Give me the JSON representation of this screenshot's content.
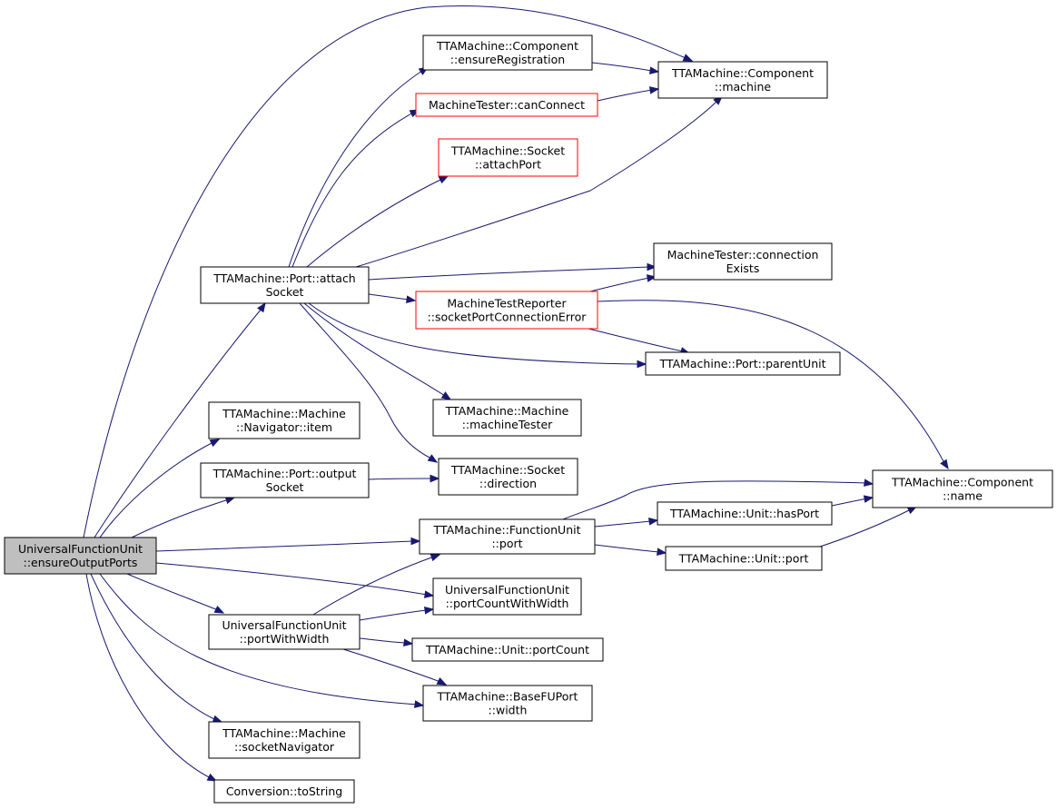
{
  "nodes": [
    {
      "id": "root",
      "lines": [
        "UniversalFunctionUnit",
        "::ensureOutputPorts"
      ],
      "style": "root"
    },
    {
      "id": "attachSocket",
      "lines": [
        "TTAMachine::Port::attach",
        "Socket"
      ],
      "style": "normal"
    },
    {
      "id": "navItem",
      "lines": [
        "TTAMachine::Machine",
        "::Navigator::item"
      ],
      "style": "normal"
    },
    {
      "id": "outputSocket",
      "lines": [
        "TTAMachine::Port::output",
        "Socket"
      ],
      "style": "normal"
    },
    {
      "id": "fuPort",
      "lines": [
        "TTAMachine::FunctionUnit",
        "::port"
      ],
      "style": "normal"
    },
    {
      "id": "portCountWithWidth",
      "lines": [
        "UniversalFunctionUnit",
        "::portCountWithWidth"
      ],
      "style": "normal"
    },
    {
      "id": "portWithWidth",
      "lines": [
        "UniversalFunctionUnit",
        "::portWithWidth"
      ],
      "style": "normal"
    },
    {
      "id": "baseWidth",
      "lines": [
        "TTAMachine::BaseFUPort",
        "::width"
      ],
      "style": "normal"
    },
    {
      "id": "socketNavigator",
      "lines": [
        "TTAMachine::Machine",
        "::socketNavigator"
      ],
      "style": "normal"
    },
    {
      "id": "toString",
      "lines": [
        "Conversion::toString"
      ],
      "style": "normal"
    },
    {
      "id": "ensureReg",
      "lines": [
        "TTAMachine::Component",
        "::ensureRegistration"
      ],
      "style": "normal"
    },
    {
      "id": "canConnect",
      "lines": [
        "MachineTester::canConnect"
      ],
      "style": "red"
    },
    {
      "id": "sockAttachPort",
      "lines": [
        "TTAMachine::Socket",
        "::attachPort"
      ],
      "style": "red"
    },
    {
      "id": "mtrError",
      "lines": [
        "MachineTestReporter",
        "::socketPortConnectionError"
      ],
      "style": "red"
    },
    {
      "id": "machineTester",
      "lines": [
        "TTAMachine::Machine",
        "::machineTester"
      ],
      "style": "normal"
    },
    {
      "id": "direction",
      "lines": [
        "TTAMachine::Socket",
        "::direction"
      ],
      "style": "normal"
    },
    {
      "id": "compMachine",
      "lines": [
        "TTAMachine::Component",
        "::machine"
      ],
      "style": "normal"
    },
    {
      "id": "connExists",
      "lines": [
        "MachineTester::connection",
        "Exists"
      ],
      "style": "normal"
    },
    {
      "id": "parentUnit",
      "lines": [
        "TTAMachine::Port::parentUnit"
      ],
      "style": "normal"
    },
    {
      "id": "hasPort",
      "lines": [
        "TTAMachine::Unit::hasPort"
      ],
      "style": "normal"
    },
    {
      "id": "unitPort",
      "lines": [
        "TTAMachine::Unit::port"
      ],
      "style": "normal"
    },
    {
      "id": "portCount",
      "lines": [
        "TTAMachine::Unit::portCount"
      ],
      "style": "normal"
    },
    {
      "id": "compName",
      "lines": [
        "TTAMachine::Component",
        "::name"
      ],
      "style": "normal"
    }
  ],
  "edges": [
    {
      "from": "root",
      "to": "compMachine"
    },
    {
      "from": "root",
      "to": "attachSocket"
    },
    {
      "from": "root",
      "to": "navItem"
    },
    {
      "from": "root",
      "to": "outputSocket"
    },
    {
      "from": "root",
      "to": "fuPort"
    },
    {
      "from": "root",
      "to": "portCountWithWidth"
    },
    {
      "from": "root",
      "to": "portWithWidth"
    },
    {
      "from": "root",
      "to": "baseWidth"
    },
    {
      "from": "root",
      "to": "socketNavigator"
    },
    {
      "from": "root",
      "to": "toString"
    },
    {
      "from": "attachSocket",
      "to": "ensureReg"
    },
    {
      "from": "attachSocket",
      "to": "canConnect"
    },
    {
      "from": "attachSocket",
      "to": "sockAttachPort"
    },
    {
      "from": "attachSocket",
      "to": "compMachine"
    },
    {
      "from": "attachSocket",
      "to": "connExists"
    },
    {
      "from": "attachSocket",
      "to": "mtrError"
    },
    {
      "from": "attachSocket",
      "to": "parentUnit"
    },
    {
      "from": "attachSocket",
      "to": "machineTester"
    },
    {
      "from": "attachSocket",
      "to": "direction"
    },
    {
      "from": "ensureReg",
      "to": "compMachine"
    },
    {
      "from": "canConnect",
      "to": "compMachine"
    },
    {
      "from": "mtrError",
      "to": "connExists"
    },
    {
      "from": "mtrError",
      "to": "parentUnit"
    },
    {
      "from": "mtrError",
      "to": "compName"
    },
    {
      "from": "outputSocket",
      "to": "direction"
    },
    {
      "from": "fuPort",
      "to": "compName"
    },
    {
      "from": "fuPort",
      "to": "hasPort"
    },
    {
      "from": "fuPort",
      "to": "unitPort"
    },
    {
      "from": "hasPort",
      "to": "compName"
    },
    {
      "from": "unitPort",
      "to": "compName"
    },
    {
      "from": "portWithWidth",
      "to": "fuPort"
    },
    {
      "from": "portWithWidth",
      "to": "portCountWithWidth"
    },
    {
      "from": "portWithWidth",
      "to": "portCount"
    },
    {
      "from": "portWithWidth",
      "to": "baseWidth"
    }
  ]
}
